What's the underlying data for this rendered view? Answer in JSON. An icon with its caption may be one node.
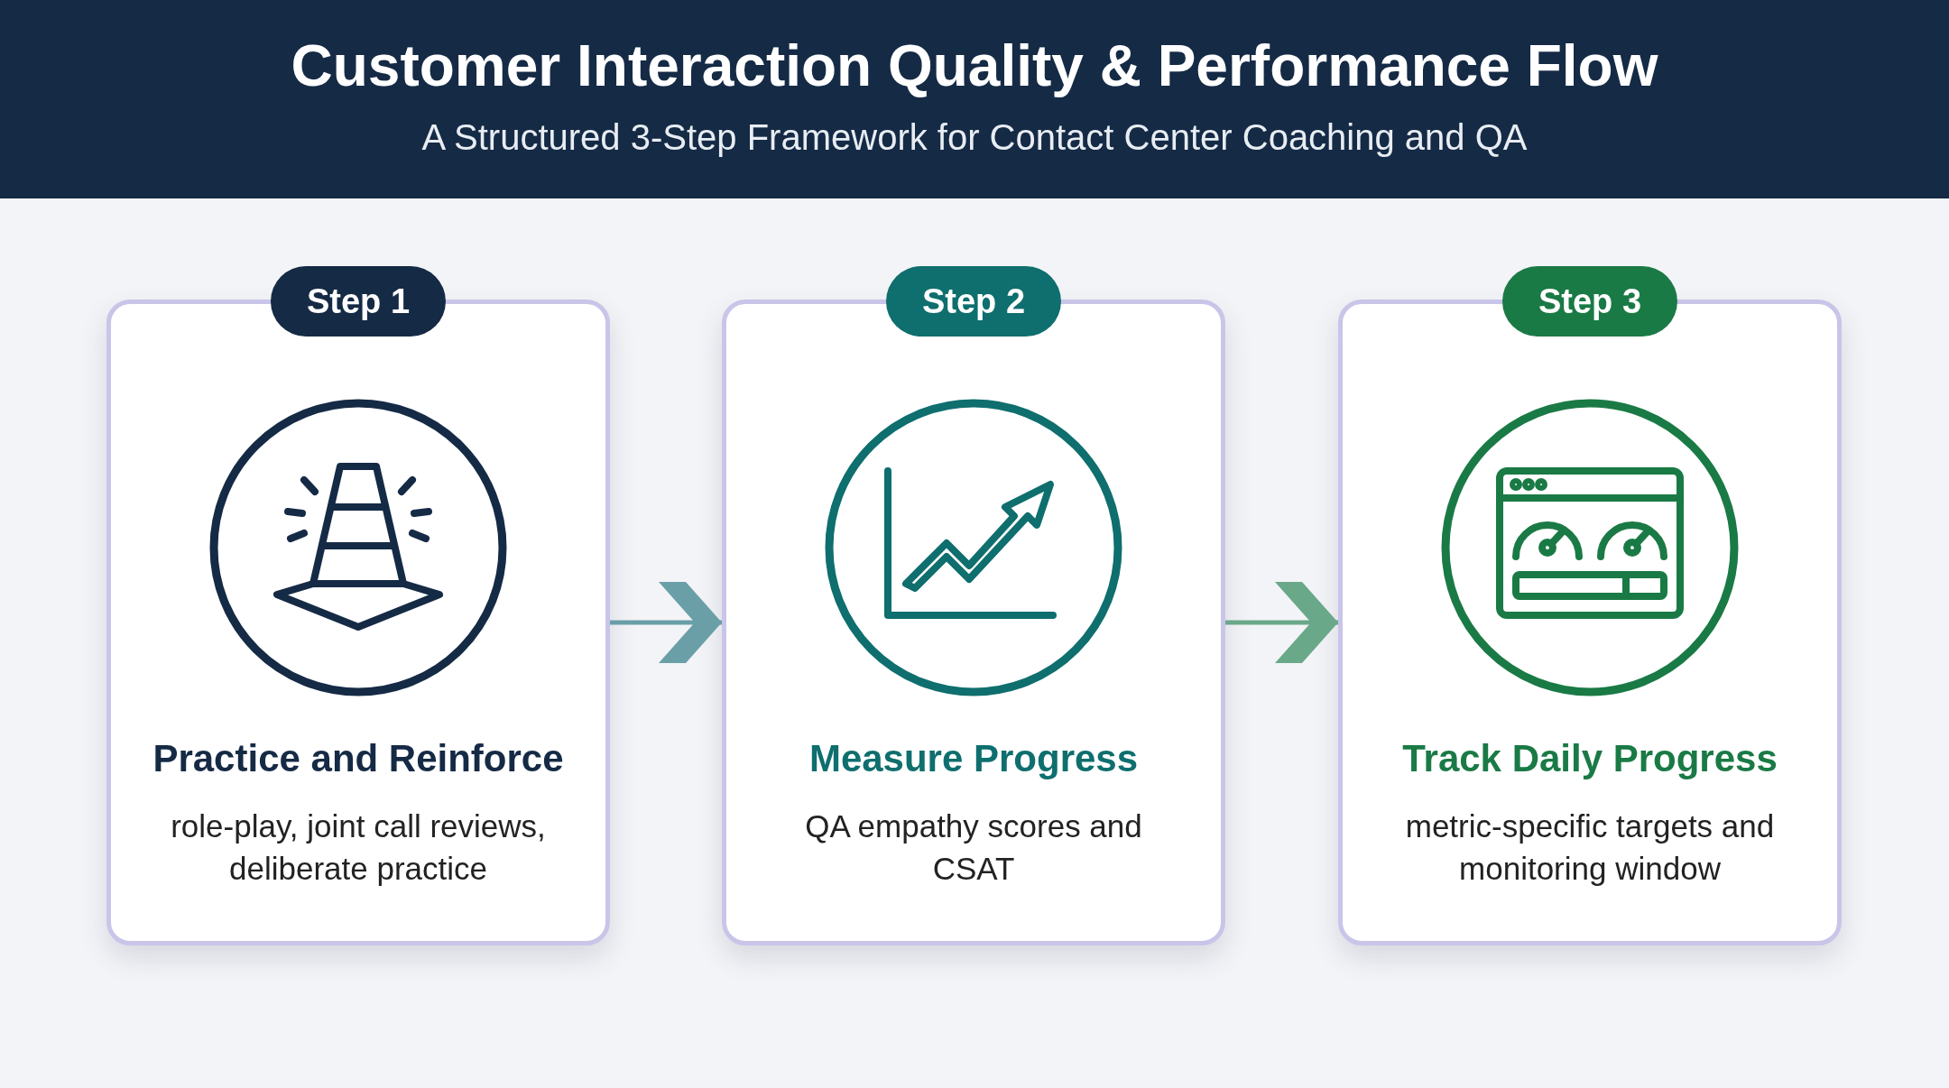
{
  "diagram": {
    "title": "Customer Interaction Quality & Performance Flow",
    "caption": "A Structured 3-Step Framework for Contact Center Coaching and QA",
    "nodes": [
      {
        "text": [
          "Step 1",
          "Practice and Reinforce",
          "role-play, joint call reviews, deliberate practice"
        ]
      },
      {
        "text": [
          "Step 2",
          "Measure Progress",
          "QA empathy scores and CSAT"
        ]
      },
      {
        "text": [
          "Step 3",
          "Track Daily Progress",
          "metric-specific targets and monitoring window"
        ]
      }
    ],
    "edges": [
      {
        "from": 0,
        "to": 1,
        "arrow": "to",
        "color": "#6a9fa8"
      },
      {
        "from": 1,
        "to": 2,
        "arrow": "to",
        "color": "#6aa88a"
      }
    ]
  }
}
